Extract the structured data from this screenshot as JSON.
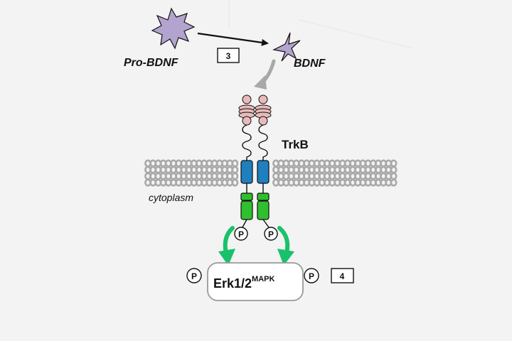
{
  "labels": {
    "pro_bdnf": "Pro-BDNF",
    "bdnf": "BDNF",
    "trkb": "TrkB",
    "cytoplasm": "cytoplasm",
    "erk_main": "Erk1/2",
    "erk_sup": "MAPK",
    "step_3": "3",
    "step_4": "4",
    "phospho": "P"
  },
  "colors": {
    "background": "#f3f3f3",
    "ligand": "#b3a3cf",
    "membrane": "#a9a9a9",
    "transmembrane_domain": "#1f7fbf",
    "kinase_domain": "#2fbf2f",
    "activation_arrow": "#19c26a",
    "processing_arrow": "#a8a8a8",
    "knob": "#e8b9ba"
  },
  "icons": {
    "pro_bdnf": "starburst-icon",
    "bdnf": "four-point-star-icon"
  }
}
